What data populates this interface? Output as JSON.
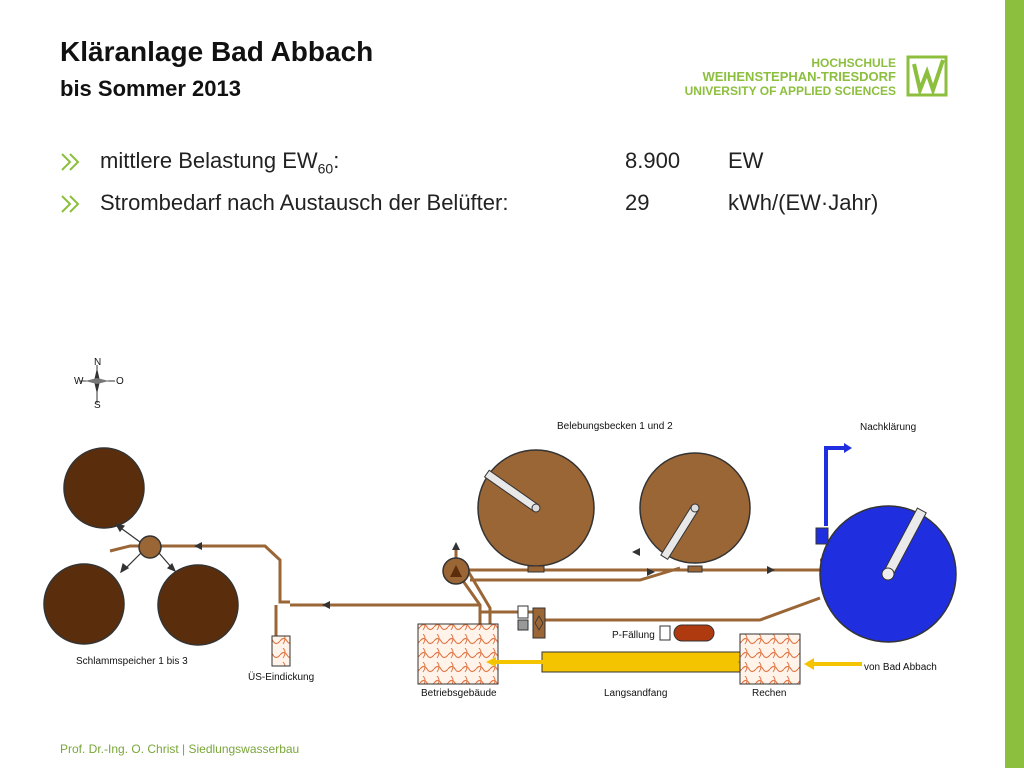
{
  "header": {
    "title": "Kläranlage Bad Abbach",
    "subtitle": "bis Sommer 2013"
  },
  "logo": {
    "line1": "HOCHSCHULE",
    "line2": "WEIHENSTEPHAN-TRIESDORF",
    "line3": "UNIVERSITY OF APPLIED SCIENCES"
  },
  "bullets": [
    {
      "label": "mittlere Belastung EW",
      "label_sub": "60",
      "label_suffix": ":",
      "value": "8.900",
      "unit": "EW"
    },
    {
      "label": "Strombedarf nach Austausch der Belüfter:",
      "value": "29",
      "unit": "kWh/(EW·Jahr)"
    }
  ],
  "diagram": {
    "compass": {
      "n": "N",
      "s": "S",
      "w": "W",
      "o": "O"
    },
    "labels": {
      "belebung": "Belebungsbecken 1 und 2",
      "nachklaerung": "Nachklärung",
      "schlamm": "Schlammspeicher 1 bis 3",
      "eindickung": "ÜS-Eindickung",
      "betrieb": "Betriebsgebäude",
      "sandfang": "Langsandfang",
      "rechen": "Rechen",
      "fallung": "P-Fällung",
      "zulauf": "von Bad Abbach"
    },
    "colors": {
      "tank_dark": "#5a2e0c",
      "tank_light": "#9a6636",
      "pipe": "#9a6636",
      "clarifier": "#1f2fe0",
      "sandfang": "#f5c400",
      "accent": "#8dbf3f"
    }
  },
  "footer": "Prof. Dr.-Ing. O. Christ | Siedlungswasserbau"
}
